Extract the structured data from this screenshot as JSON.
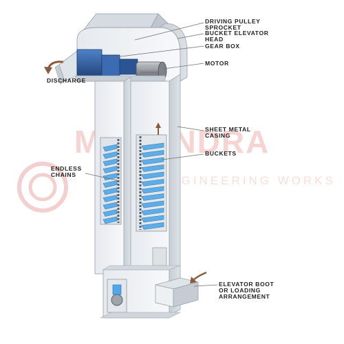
{
  "labels": {
    "driving_pulley_line1": "DRIVING PULLEY",
    "driving_pulley_line2": "SPROCKET",
    "head_line1": "BUCKET ELEVATOR",
    "head_line2": "HEAD",
    "gear_box": "GEAR BOX",
    "motor": "MOTOR",
    "discharge": "DISCHARGE",
    "casing_line1": "SHEET METAL",
    "casing_line2": "CASING",
    "buckets": "BUCKETS",
    "chains_line1": "ENDLESS",
    "chains_line2": "CHAINS",
    "boot_line1": "ELEVATOR BOOT",
    "boot_line2": "OR LOADING",
    "boot_line3": "ARRANGEMENT"
  },
  "watermark": {
    "brand": "MAHENDRA",
    "tagline": "ENGINEERING WORKS"
  },
  "colors": {
    "casing_light": "#eef1f4",
    "casing_mid": "#d9dee4",
    "casing_dark": "#b9c0c8",
    "bucket": "#4fa8e8",
    "motor_blue": "#2f5fa8",
    "watermark": "#e9a0a0"
  }
}
